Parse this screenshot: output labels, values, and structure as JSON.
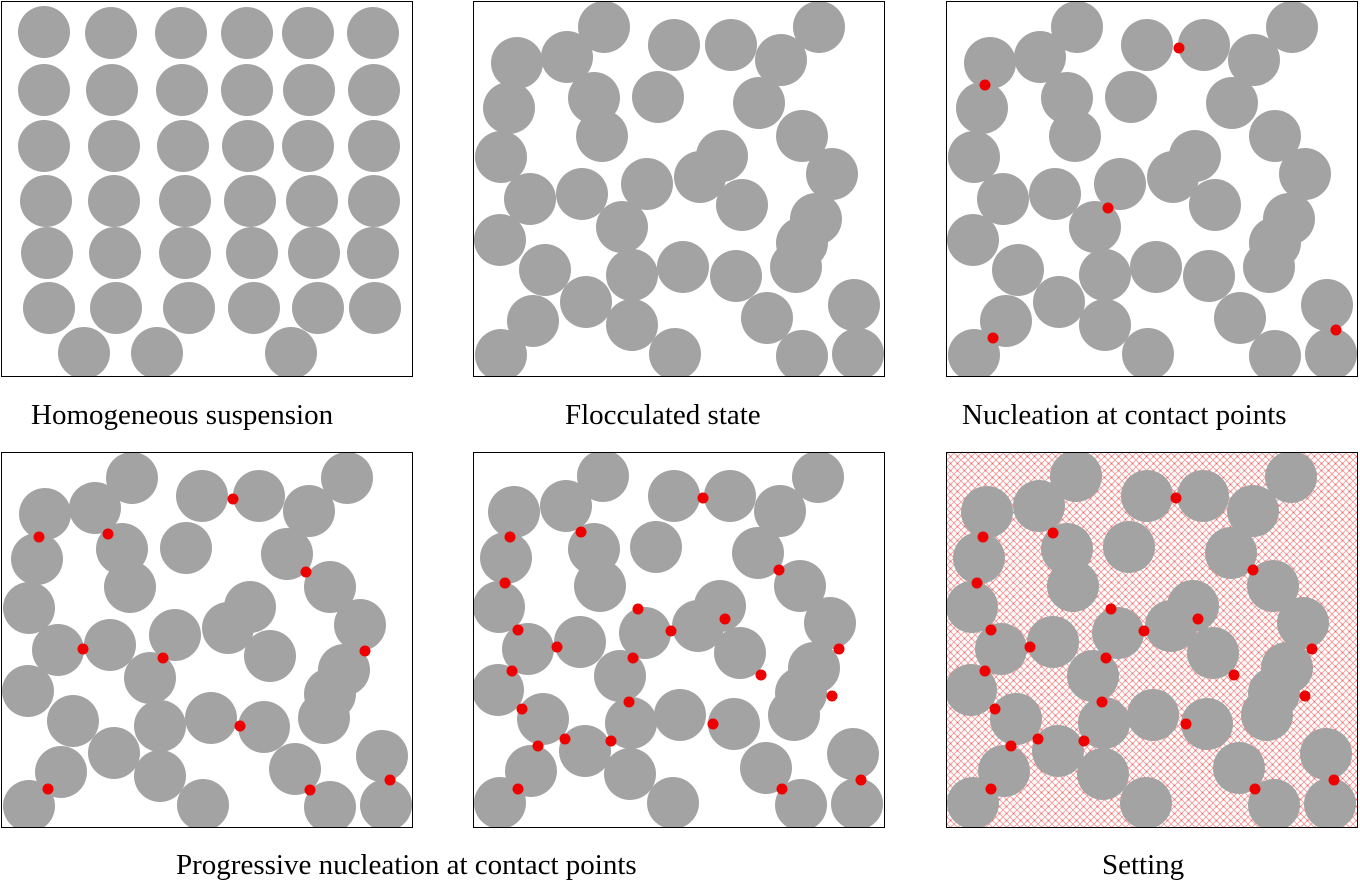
{
  "colors": {
    "particle": "#a3a3a3",
    "nucleus": "#ee0000",
    "hydrate": "#ee4444",
    "border": "#000000",
    "background": "#ffffff"
  },
  "captions": {
    "homogeneous": "Homogeneous suspension",
    "flocculated": "Flocculated state",
    "nucleation": "Nucleation at contact points",
    "progressive": "Progressive nucleation at contact points",
    "setting": "Setting"
  },
  "panels": [
    {
      "id": "homogeneous",
      "hatched": false,
      "show_nuclei": false
    },
    {
      "id": "flocculated",
      "hatched": false,
      "show_nuclei": false
    },
    {
      "id": "nucleation",
      "hatched": false,
      "show_nuclei": true
    },
    {
      "id": "progressive-a",
      "hatched": false,
      "show_nuclei": true
    },
    {
      "id": "progressive-b",
      "hatched": false,
      "show_nuclei": true
    },
    {
      "id": "setting",
      "hatched": true,
      "show_nuclei": true
    }
  ]
}
